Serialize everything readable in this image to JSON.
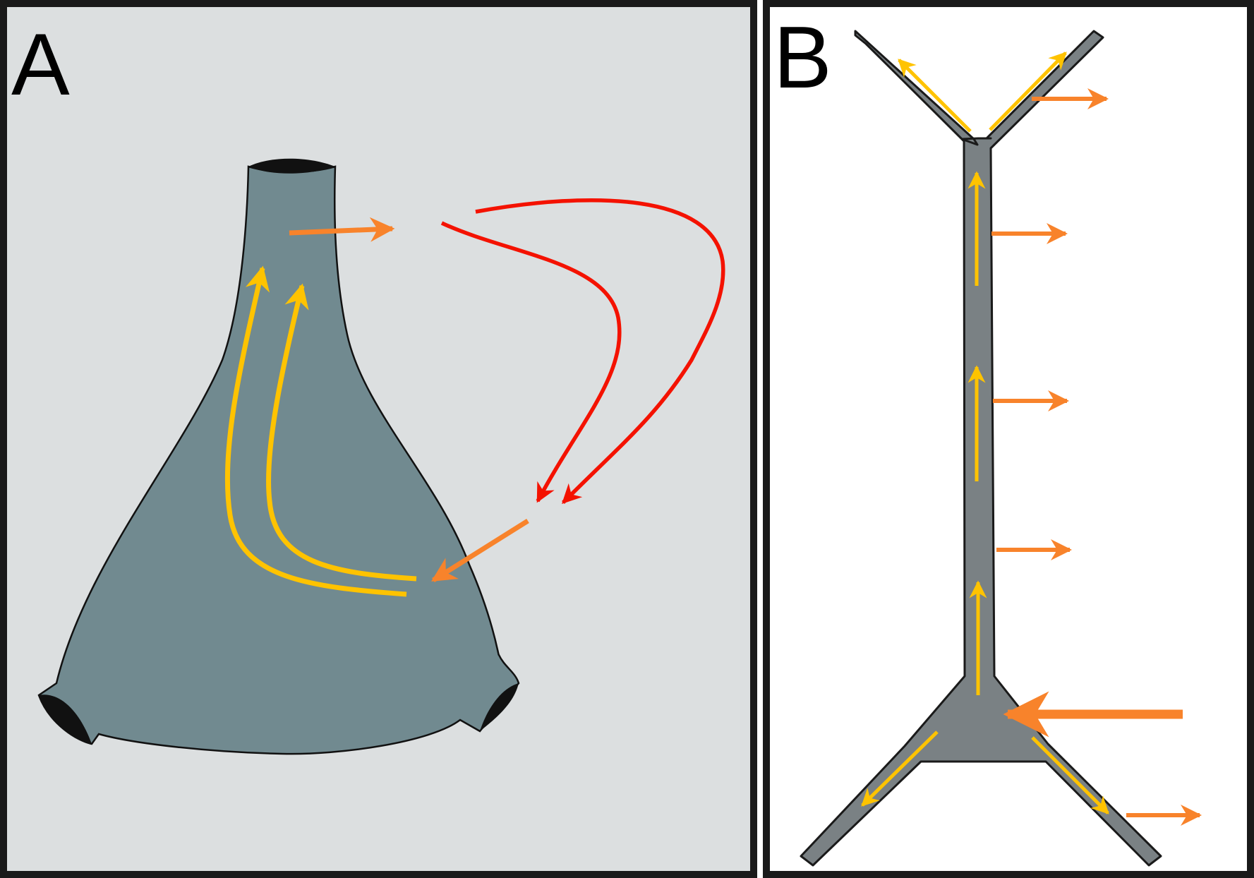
{
  "panels": [
    {
      "label": "A"
    },
    {
      "label": "B"
    }
  ],
  "colors": {
    "background_a": "#dcdfe0",
    "background_b": "#ffffff",
    "border": "#1a1a1a",
    "cell_body_a": "#718a90",
    "cell_body_b": "#7a8184",
    "signal_flow": "#ffc300",
    "output": "#f8832b",
    "feedback": "#f41200",
    "opening": "#111111"
  },
  "icons": [
    "flask-cell-shape",
    "neuron-cell-shape",
    "arrow"
  ]
}
